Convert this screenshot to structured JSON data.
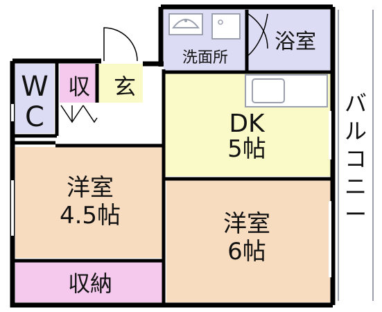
{
  "rooms": {
    "wc": {
      "label_top": "W",
      "label_bottom": "C"
    },
    "storage_small": {
      "label": "収"
    },
    "entrance": {
      "label": "玄"
    },
    "washroom": {
      "label": "洗面所"
    },
    "bathroom": {
      "label": "浴室"
    },
    "dk": {
      "label_top": "DK",
      "label_bottom": "5帖"
    },
    "western_small": {
      "label_top": "洋室",
      "label_bottom": "4.5帖"
    },
    "western_large": {
      "label_top": "洋室",
      "label_bottom": "6帖"
    },
    "closet": {
      "label": "収納"
    },
    "balcony": {
      "chars": [
        "バ",
        "ル",
        "コ",
        "ニ",
        "ー"
      ]
    }
  },
  "colors": {
    "wall": "#000000",
    "lavender": "#dcdcf5",
    "pink": "#f5c8ee",
    "yellow": "#fafac8",
    "peach": "#f8dcc0",
    "white": "#ffffff",
    "fixture": "#9aa0ae"
  }
}
